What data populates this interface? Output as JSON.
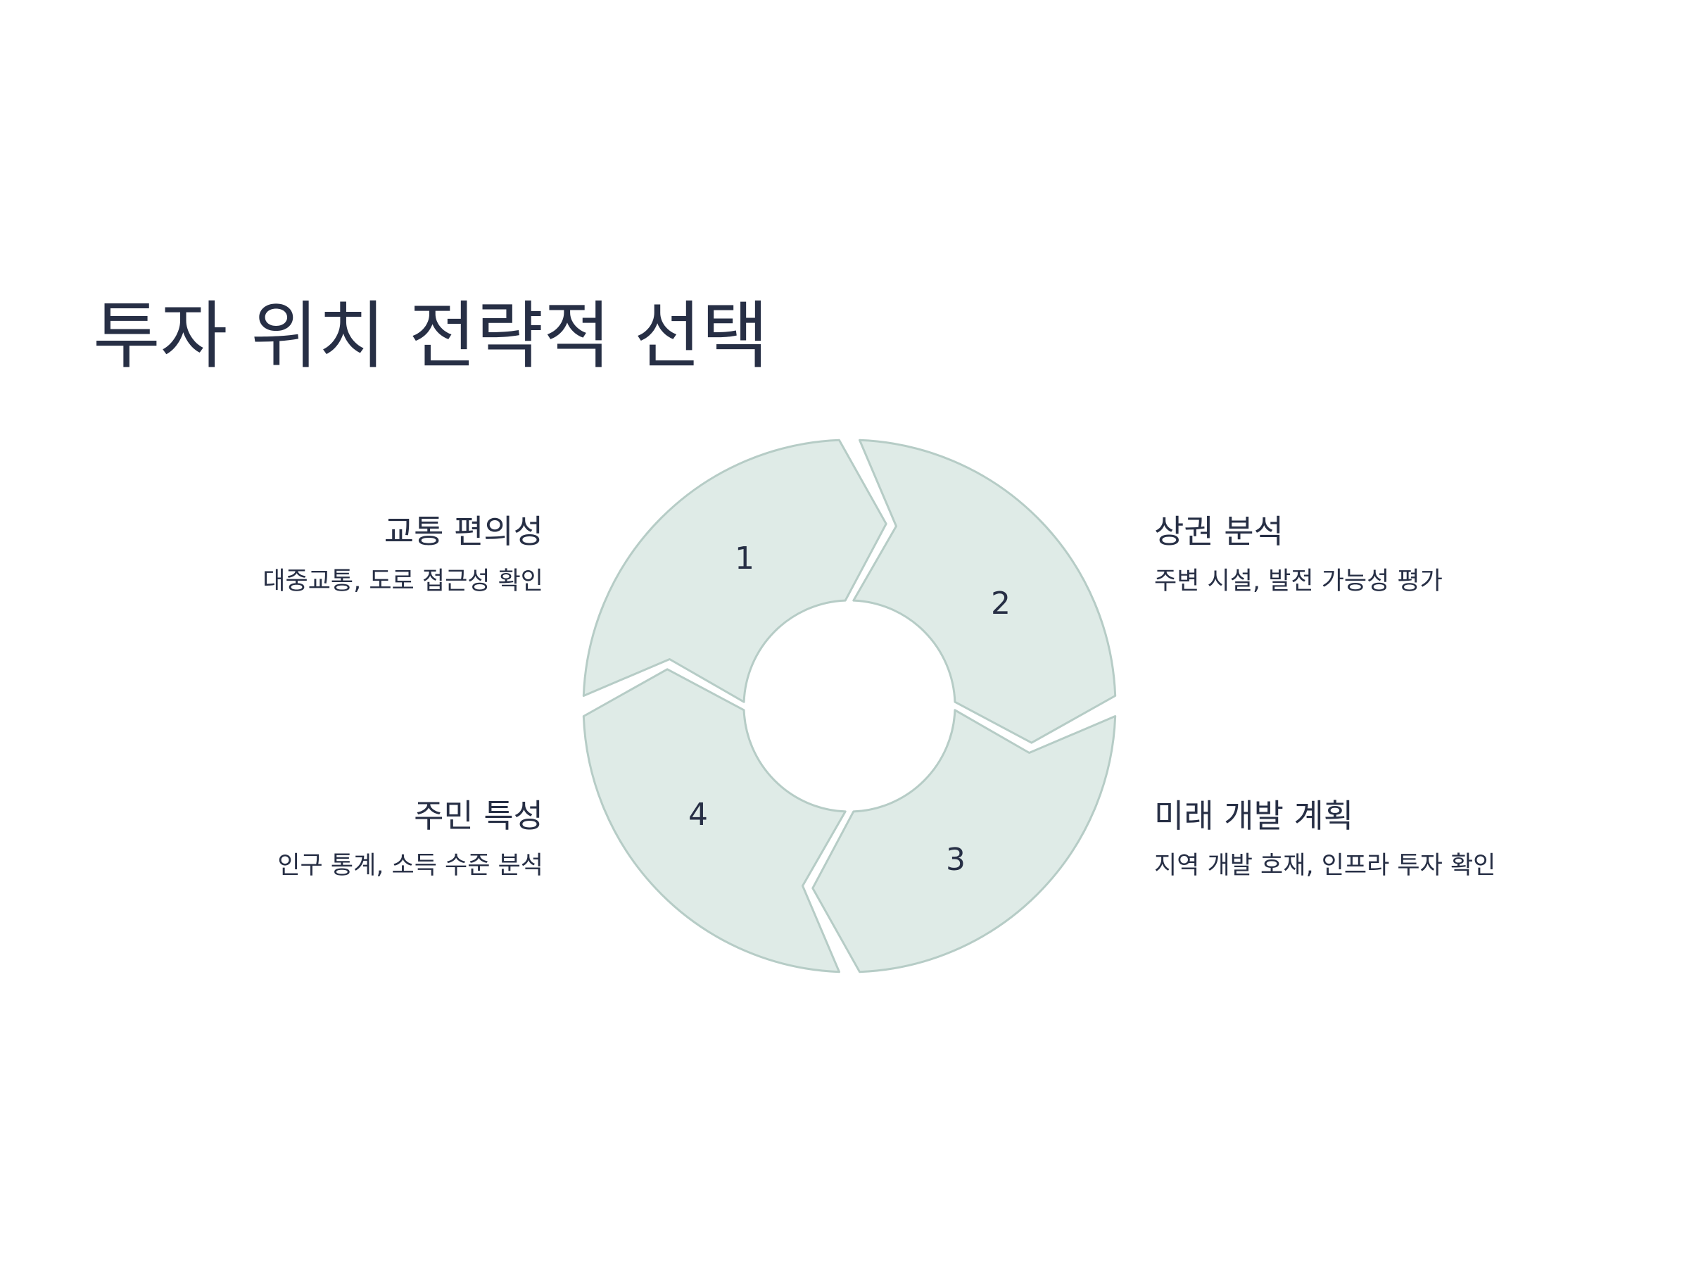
{
  "title": "투자 위치 전략적 선택",
  "cycle": {
    "fill_color": "#dfebe7",
    "stroke_color": "#b6ccc6",
    "segments": [
      {
        "number": "1",
        "title": "교통 편의성",
        "description": "대중교통, 도로 접근성 확인"
      },
      {
        "number": "2",
        "title": "상권 분석",
        "description": "주변 시설, 발전 가능성 평가"
      },
      {
        "number": "3",
        "title": "미래 개발 계획",
        "description": "지역 개발 호재, 인프라 투자 확인"
      },
      {
        "number": "4",
        "title": "주민 특성",
        "description": "인구 통계, 소득 수준 분석"
      }
    ]
  },
  "colors": {
    "text": "#272f45",
    "background": "#ffffff"
  }
}
